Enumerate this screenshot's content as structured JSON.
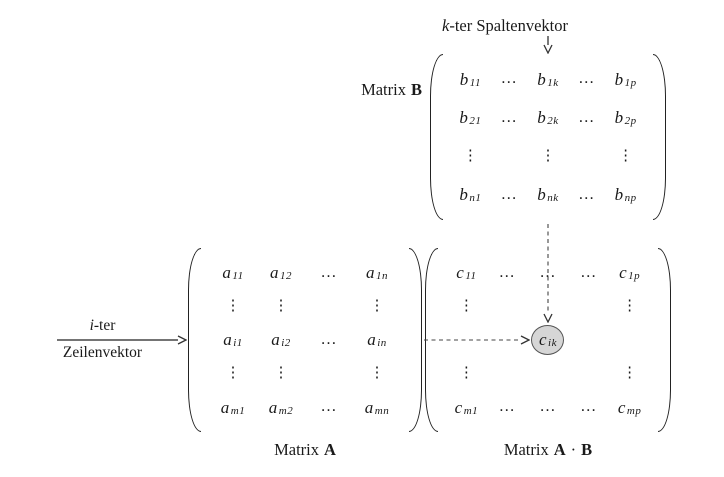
{
  "labels": {
    "column_vector": {
      "em": "k",
      "rest": "-ter Spaltenvektor"
    },
    "row_vector_top": {
      "em": "i",
      "rest": "-ter"
    },
    "row_vector_bottom": "Zeilenvektor",
    "matrix_b": {
      "word": "Matrix",
      "name": "B"
    },
    "matrix_a": {
      "word": "Matrix",
      "name": "A"
    },
    "matrix_ab": {
      "word": "Matrix",
      "name_a": "A",
      "dot": "·",
      "name_b": "B"
    }
  },
  "matrices": {
    "B": {
      "rows": [
        [
          "b_11",
          "…",
          "b_1k",
          "…",
          "b_1p"
        ],
        [
          "b_21",
          "…",
          "b_2k",
          "…",
          "b_2p"
        ],
        [
          "⋮",
          "",
          "⋮",
          "",
          "⋮"
        ],
        [
          "b_n1",
          "…",
          "b_nk",
          "…",
          "b_np"
        ]
      ]
    },
    "A": {
      "rows": [
        [
          "a_11",
          "a_12",
          "…",
          "a_1n"
        ],
        [
          "⋮",
          "⋮",
          "",
          "⋮"
        ],
        [
          "a_i1",
          "a_i2",
          "…",
          "a_in"
        ],
        [
          "⋮",
          "⋮",
          "",
          "⋮"
        ],
        [
          "a_m1",
          "a_m2",
          "…",
          "a_mn"
        ]
      ]
    },
    "C": {
      "rows": [
        [
          "c_11",
          "…",
          "…",
          "…",
          "c_1p"
        ],
        [
          "⋮",
          "",
          "",
          "",
          "⋮"
        ],
        [
          "",
          "",
          "@c_ik",
          "",
          ""
        ],
        [
          "⋮",
          "",
          "",
          "",
          "⋮"
        ],
        [
          "c_m1",
          "…",
          "…",
          "…",
          "c_mp"
        ]
      ]
    }
  },
  "colors": {
    "ink": "#1a1a1a",
    "arrow_solid": "#222222",
    "arrow_dashed": "#444444",
    "circle_fill": "#d6d6d6",
    "circle_stroke": "#555555"
  }
}
